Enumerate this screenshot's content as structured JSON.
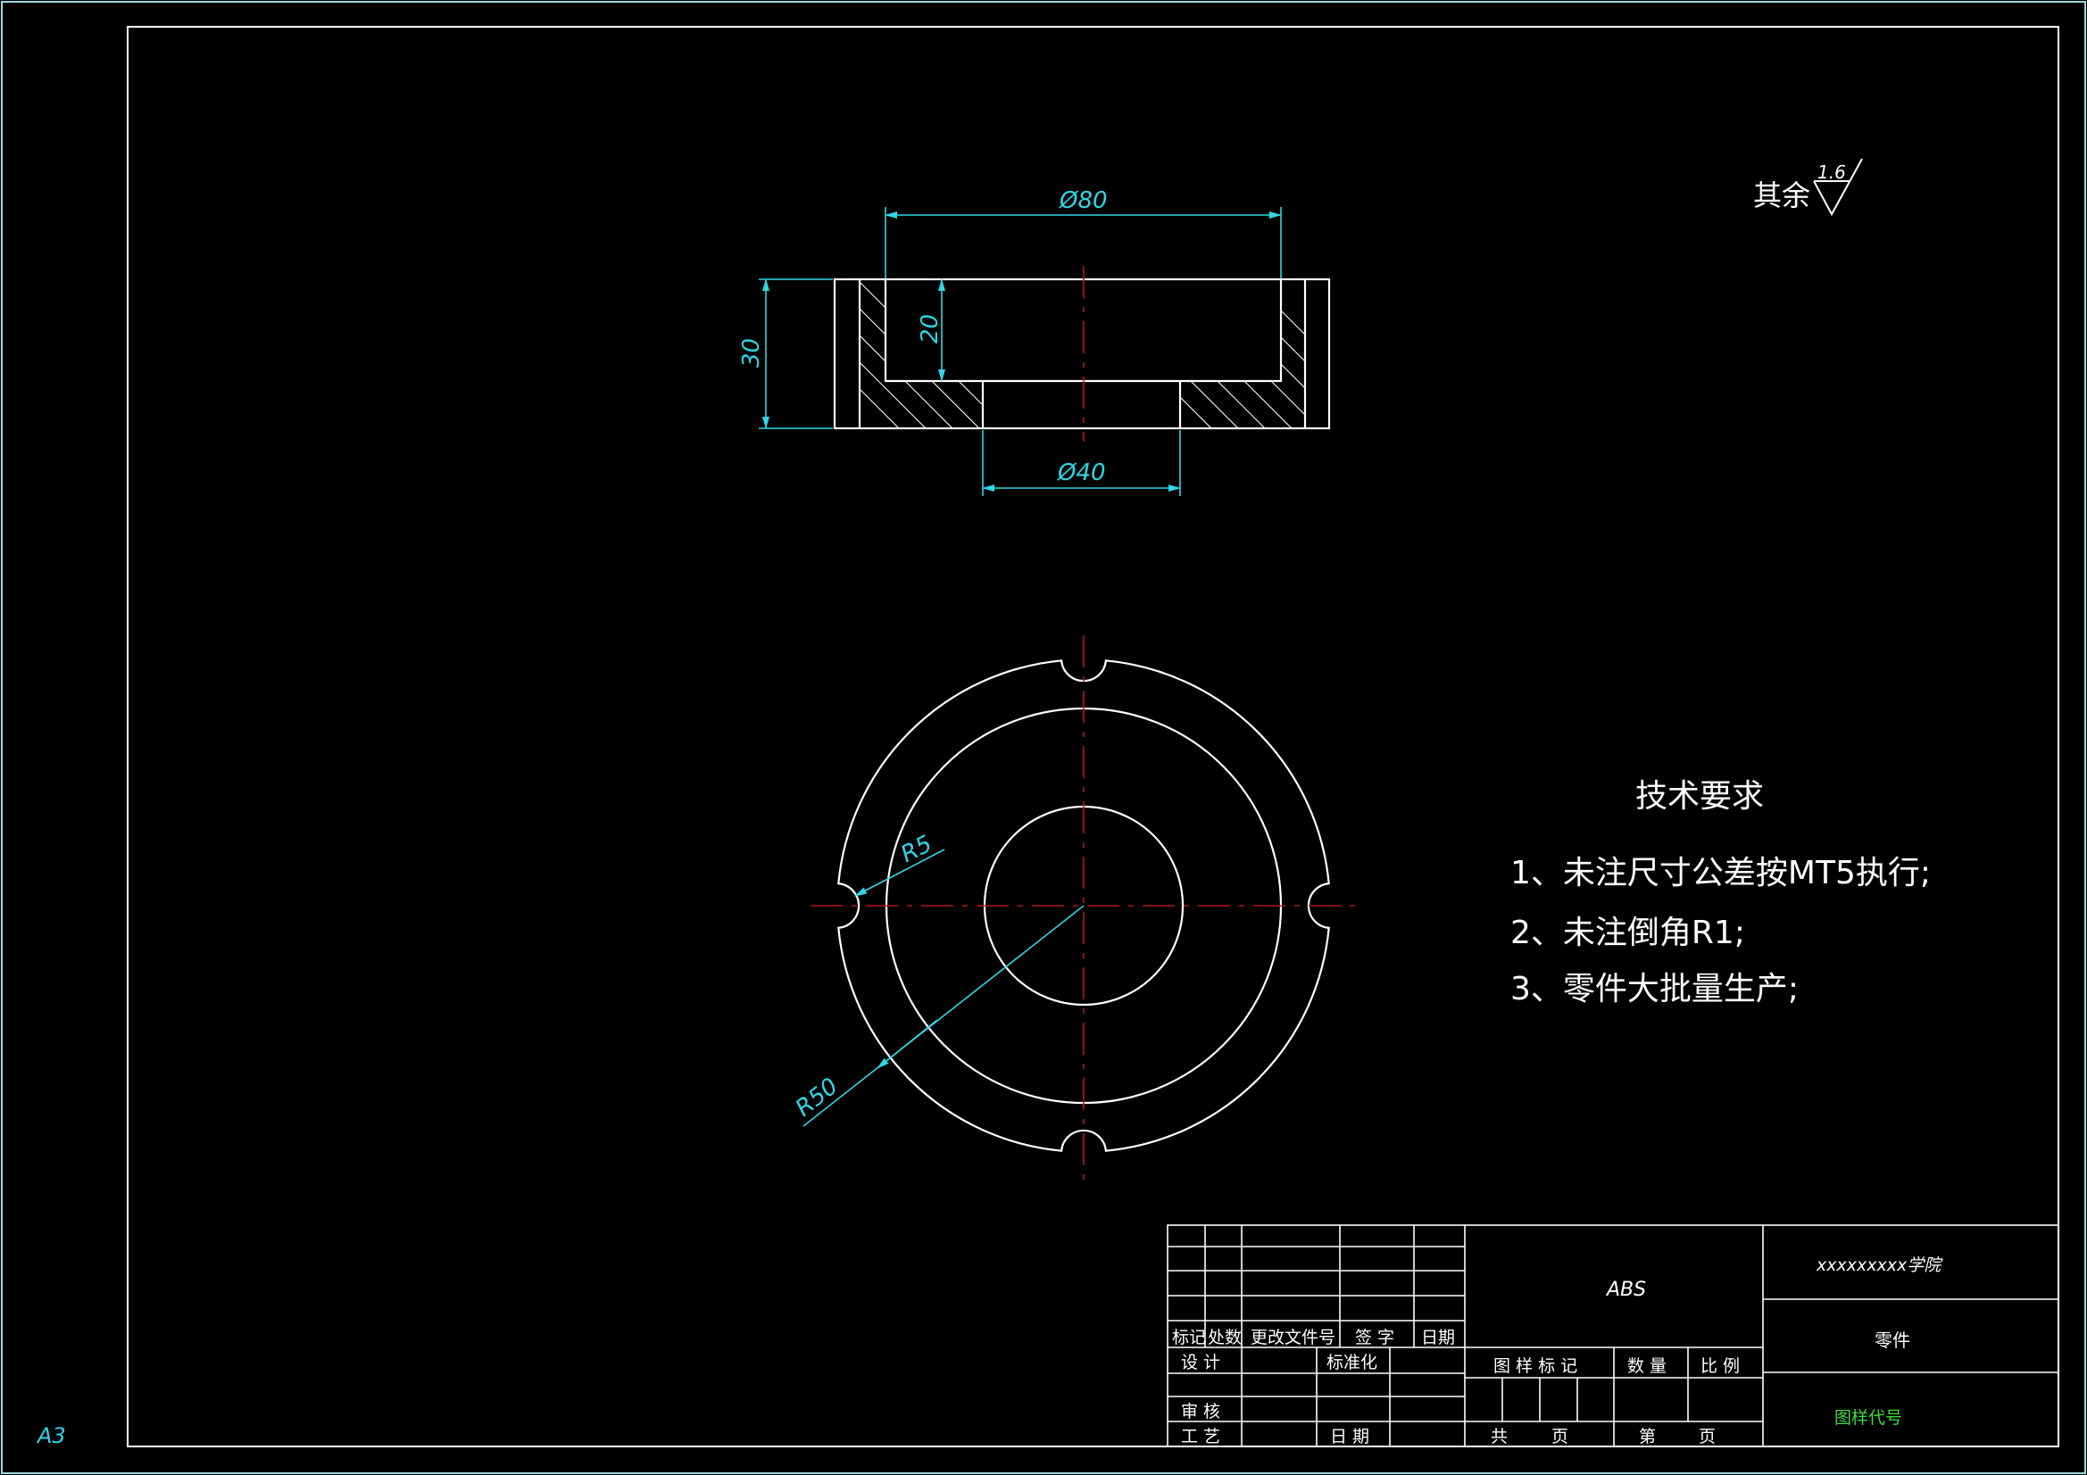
{
  "colors": {
    "background": "#000000",
    "outline": "#ffffff",
    "dimension": "#2fd6e6",
    "centerline": "#b01818",
    "frame": "#9fd8e0",
    "drawing_code": "#3fdc3f"
  },
  "sheet": {
    "size_label": "A3"
  },
  "surface_finish": {
    "prefix": "其余",
    "value": "1.6"
  },
  "dimensions": {
    "outer_diameter": "Ø80",
    "inner_diameter": "Ø40",
    "total_height": "30",
    "counterbore_depth": "20",
    "notch_radius": "R5",
    "outer_radius": "R50"
  },
  "tech_requirements": {
    "title": "技术要求",
    "items": [
      "1、未注尺寸公差按MT5执行;",
      "2、未注倒角R1;",
      "3、零件大批量生产;"
    ]
  },
  "title_block": {
    "material": "ABS",
    "school": "xxxxxxxxx学院",
    "part_name": "零件",
    "drawing_code": "图样代号",
    "headers": [
      "标记",
      "处数",
      "更改文件号",
      "签 字",
      "日期"
    ],
    "design": "设 计",
    "standardization": "标准化",
    "review": "审 核",
    "process": "工 艺",
    "date": "日 期",
    "drawing_mark": "图 样 标 记",
    "quantity": "数 量",
    "scale": "比 例",
    "total": "共",
    "page": "页",
    "sheet_no": "第",
    "page2": "页"
  }
}
